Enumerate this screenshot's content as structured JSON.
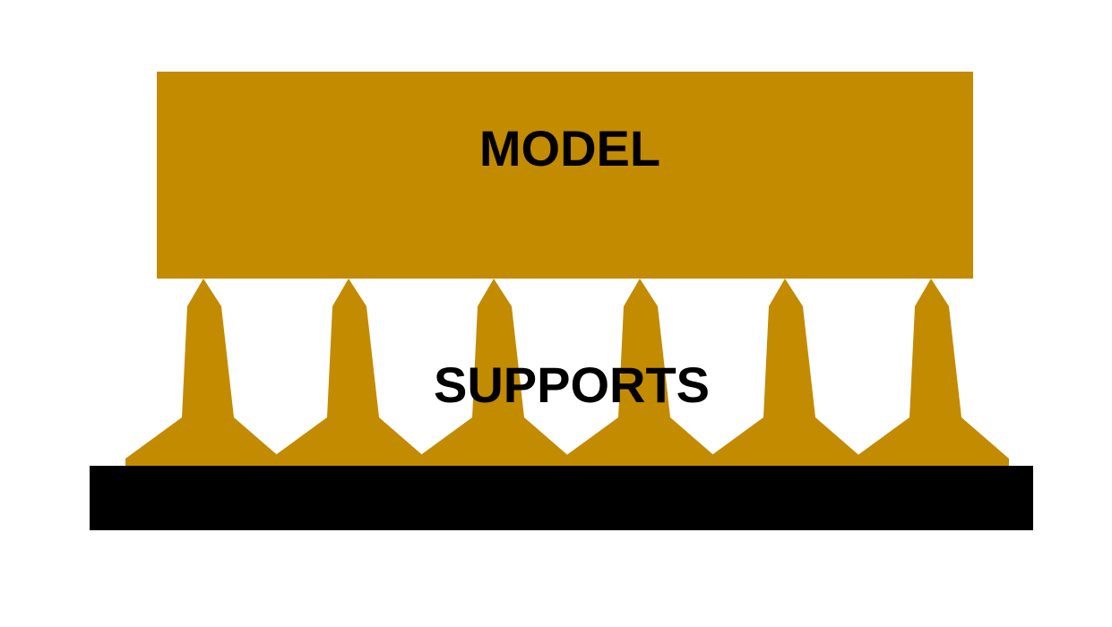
{
  "labels": {
    "model": "MODEL",
    "supports": "SUPPORTS"
  },
  "colors": {
    "model_fill": "#c38b00",
    "support_fill": "#c38b00",
    "build_plate_fill": "#000000",
    "label_text": "#000000",
    "background": "#ffffff"
  },
  "support_count": 6
}
